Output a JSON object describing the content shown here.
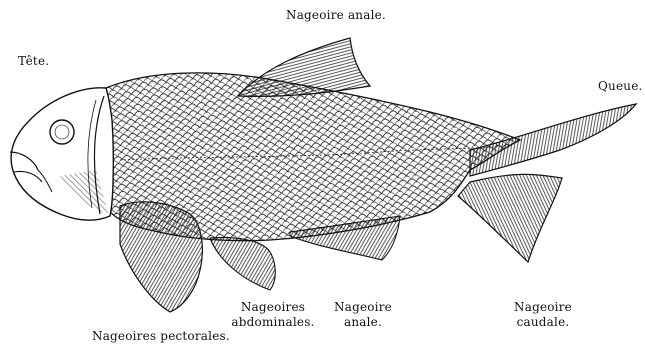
{
  "colors": {
    "ink": "#111111",
    "paper": "#ffffff"
  },
  "labels": {
    "top_anal": "Nageoire anale.",
    "tete": "Tête.",
    "queue": "Queue.",
    "abdominales_line1": "Nageoires",
    "abdominales_line2": "abdominales.",
    "anal_bottom_line1": "Nageoire",
    "anal_bottom_line2": "anale.",
    "caudale_line1": "Nageoire",
    "caudale_line2": "caudale.",
    "pectorales": "Nageoires pectorales."
  }
}
